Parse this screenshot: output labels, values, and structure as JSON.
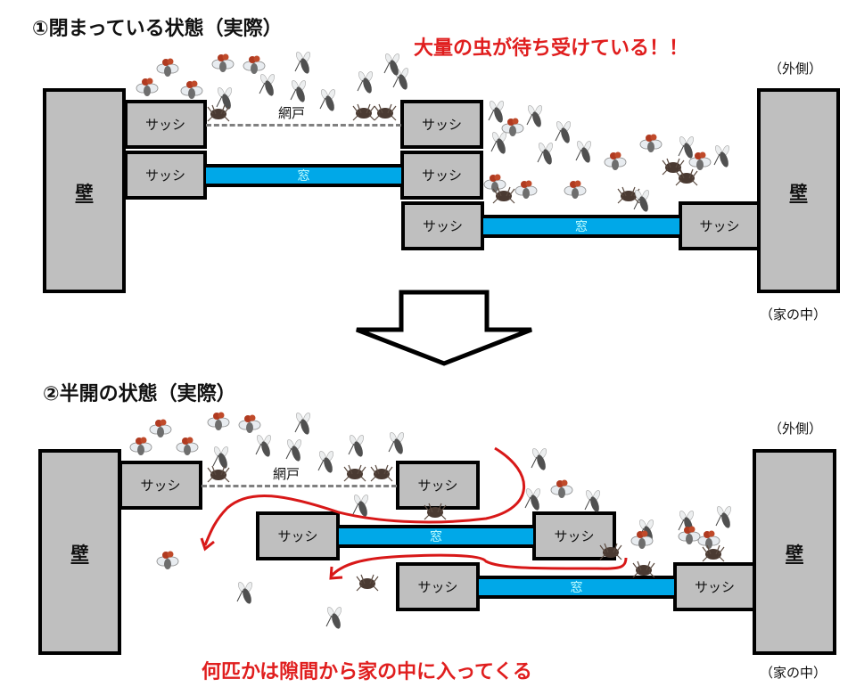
{
  "diagram1": {
    "title": "①閉まっている状態（実際）",
    "note": "大量の虫が待ち受けている！！",
    "outside_label": "（外側）",
    "inside_label": "（家の中）",
    "wall_left": "壁",
    "wall_right": "壁",
    "screen_label": "網戸",
    "sash_labels": [
      "サッシ",
      "サッシ",
      "サッシ",
      "サッシ",
      "サッシ",
      "サッシ"
    ],
    "window_labels": [
      "窓",
      "窓"
    ]
  },
  "arrow": {
    "icon": "down-arrow-icon"
  },
  "diagram2": {
    "title": "②半開の状態（実際）",
    "note": "何匹かは隙間から家の中に入ってくる",
    "outside_label": "（外側）",
    "inside_label": "（家の中）",
    "wall_left": "壁",
    "wall_right": "壁",
    "screen_label": "網戸",
    "sash_labels": [
      "サッシ",
      "サッシ",
      "サッシ",
      "サッシ",
      "サッシ",
      "サッシ"
    ],
    "window_labels": [
      "窓",
      "窓"
    ]
  },
  "colors": {
    "wall": "#bfbfbf",
    "window": "#00a8e8",
    "note_red": "#e01e1e",
    "path_red": "#d81818",
    "screen_dash": "#808080"
  },
  "insects": {
    "diagram1": [
      "fly",
      "fly",
      "fly",
      "fly",
      "fly",
      "mosquito",
      "mosquito",
      "mosquito",
      "mosquito",
      "mosquito",
      "mosquito",
      "mosquito",
      "mosquito",
      "spider",
      "spider",
      "spider",
      "mosquito",
      "fly",
      "mosquito",
      "mosquito",
      "mosquito",
      "mosquito",
      "mosquito",
      "fly",
      "fly",
      "mosquito",
      "fly",
      "spider",
      "spider",
      "fly",
      "fly",
      "fly",
      "spider",
      "spider",
      "mosquito",
      "mosquito"
    ],
    "diagram2": [
      "fly",
      "fly",
      "fly",
      "fly",
      "fly",
      "mosquito",
      "mosquito",
      "mosquito",
      "mosquito",
      "mosquito",
      "mosquito",
      "mosquito",
      "spider",
      "spider",
      "spider",
      "mosquito",
      "spider",
      "mosquito",
      "mosquito",
      "mosquito",
      "fly",
      "spider",
      "mosquito",
      "mosquito",
      "mosquito",
      "fly",
      "fly",
      "fly",
      "spider",
      "spider",
      "fly",
      "spider",
      "mosquito",
      "mosquito"
    ]
  }
}
